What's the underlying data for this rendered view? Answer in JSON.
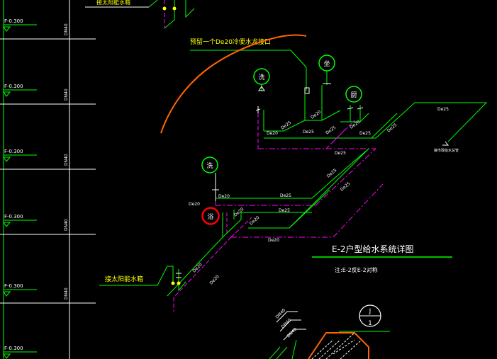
{
  "drawing": {
    "title": "E-2户型给水系统详图",
    "subtitle": "注:E-2反E-2对称",
    "note_reserve": "预留一个De20冷便水龙接口",
    "note_solar_top": "接太阳能水箱",
    "note_solar_bottom": "接太阳能水箱",
    "note_right": "接市政给水总管",
    "detail_ref": {
      "top": "J",
      "bottom": "1"
    }
  },
  "levels": [
    {
      "label": "F-0.300",
      "tag": "DN40"
    },
    {
      "label": "F-0.300",
      "tag": "DN40"
    },
    {
      "label": "F-0.300",
      "tag": "DN40"
    },
    {
      "label": "F-0.300",
      "tag": "DN40"
    },
    {
      "label": "F-0.300",
      "tag": "DN40"
    },
    {
      "label": "F-0.300",
      "tag": ""
    }
  ],
  "fixtures": [
    {
      "label": "洗",
      "color": "#00ff00"
    },
    {
      "label": "坐",
      "color": "#00ff00"
    },
    {
      "label": "厨",
      "color": "#00ff00"
    },
    {
      "label": "洗",
      "color": "#00ff00"
    },
    {
      "label": "浴",
      "color": "#ff0000"
    }
  ],
  "pipe_labels": [
    "De25",
    "De20",
    "De25",
    "De25",
    "De20",
    "De25",
    "De20",
    "De25",
    "De25",
    "De25",
    "De25",
    "De20",
    "De25",
    "De20",
    "De25",
    "De20",
    "De25",
    "De20",
    "De20",
    "De20",
    "De20"
  ],
  "riser_tags": [
    "DN40",
    "DN40",
    "DN40"
  ],
  "colors": {
    "background": "#000000",
    "green": "#00ff00",
    "magenta": "#ff00ff",
    "white": "#ffffff",
    "yellow": "#ffff00",
    "orange": "#ff6600",
    "red": "#ff0000"
  }
}
